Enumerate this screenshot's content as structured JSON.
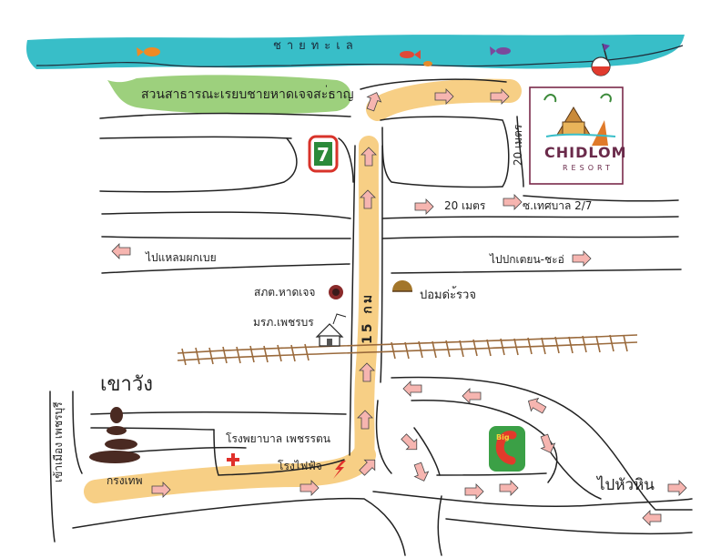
{
  "colors": {
    "sea": "#38bec8",
    "park": "#9dd07d",
    "main_road": "#f7cf85",
    "arrow": "#f6b5b0",
    "rail": "#9a6a3c",
    "seven_eleven_red": "#d8332a",
    "seven_eleven_green": "#2b8a3a",
    "bigc_red": "#e23a2b",
    "bigc_green": "#3ba046",
    "hospital_cross": "#e0302a"
  },
  "labels": {
    "sea": "ชายทะเล",
    "park": "สวนสาธารณะเรยบชายหาดเจจสะ่ธาญ",
    "road_20m_top": "20 เมตร",
    "road_20m_bottom": "20 เมตร",
    "soi": "ซ.เทศบาล 2/7",
    "left_road": "ไปแหลมผกเบย",
    "right_road": "ไปปกเตยน-ชะอ่",
    "police": "สภต.หาดเจจ",
    "school": "มรภ.เพชรบร",
    "pom": "ปอมด่ะ้รวจ",
    "main_road": "15 กม",
    "khao_wang": "เขาวัง",
    "to_city": "เข้าเมือง เพชรบุรี",
    "hospital": "โรงพยาบาล เพชรรตน",
    "power": "โรงไฟฟ้จ",
    "bangkok": "กรงเทพ",
    "hua_hin": "ไปหัวหิน"
  },
  "logos": {
    "resort_name": "CHIDLOM",
    "resort_sub": "RESORT",
    "bigc": "Big C",
    "seven_eleven": "7"
  },
  "icons": [
    "fish-icon",
    "boat-icon",
    "beach-ball-icon",
    "seven-eleven-logo",
    "police-icon",
    "school-icon",
    "pom-icon",
    "big-c-logo",
    "hospital-cross-icon",
    "lightning-icon",
    "khao-wang-mountain-icon",
    "direction-arrow-icon"
  ]
}
